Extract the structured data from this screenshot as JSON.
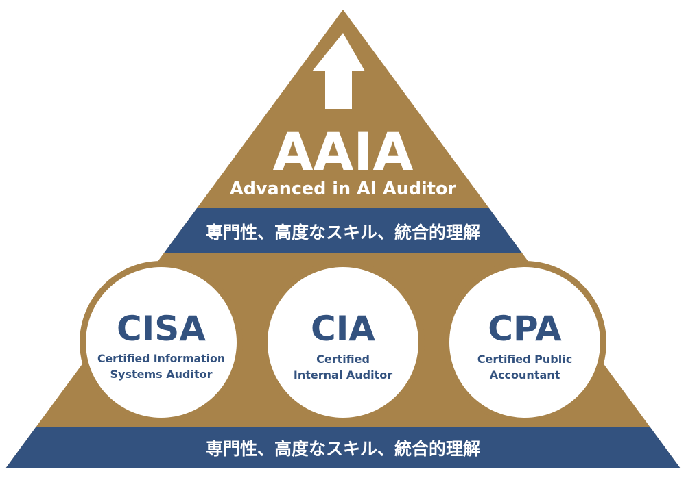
{
  "colors": {
    "gold": "#A8834A",
    "blue": "#33527F",
    "white": "#FFFFFF"
  },
  "top": {
    "icon": "arrow-up-icon",
    "acronym": "AAIA",
    "full_name": "Advanced in AI Auditor",
    "band_text": "専門性、高度なスキル、統合的理解"
  },
  "certifications": [
    {
      "acronym": "CISA",
      "line1": "Certified Information",
      "line2": "Systems Auditor"
    },
    {
      "acronym": "CIA",
      "line1": "Certified",
      "line2": "Internal Auditor"
    },
    {
      "acronym": "CPA",
      "line1": "Certified Public",
      "line2": "Accountant"
    }
  ],
  "bottom": {
    "band_text": "専門性、高度なスキル、統合的理解"
  }
}
